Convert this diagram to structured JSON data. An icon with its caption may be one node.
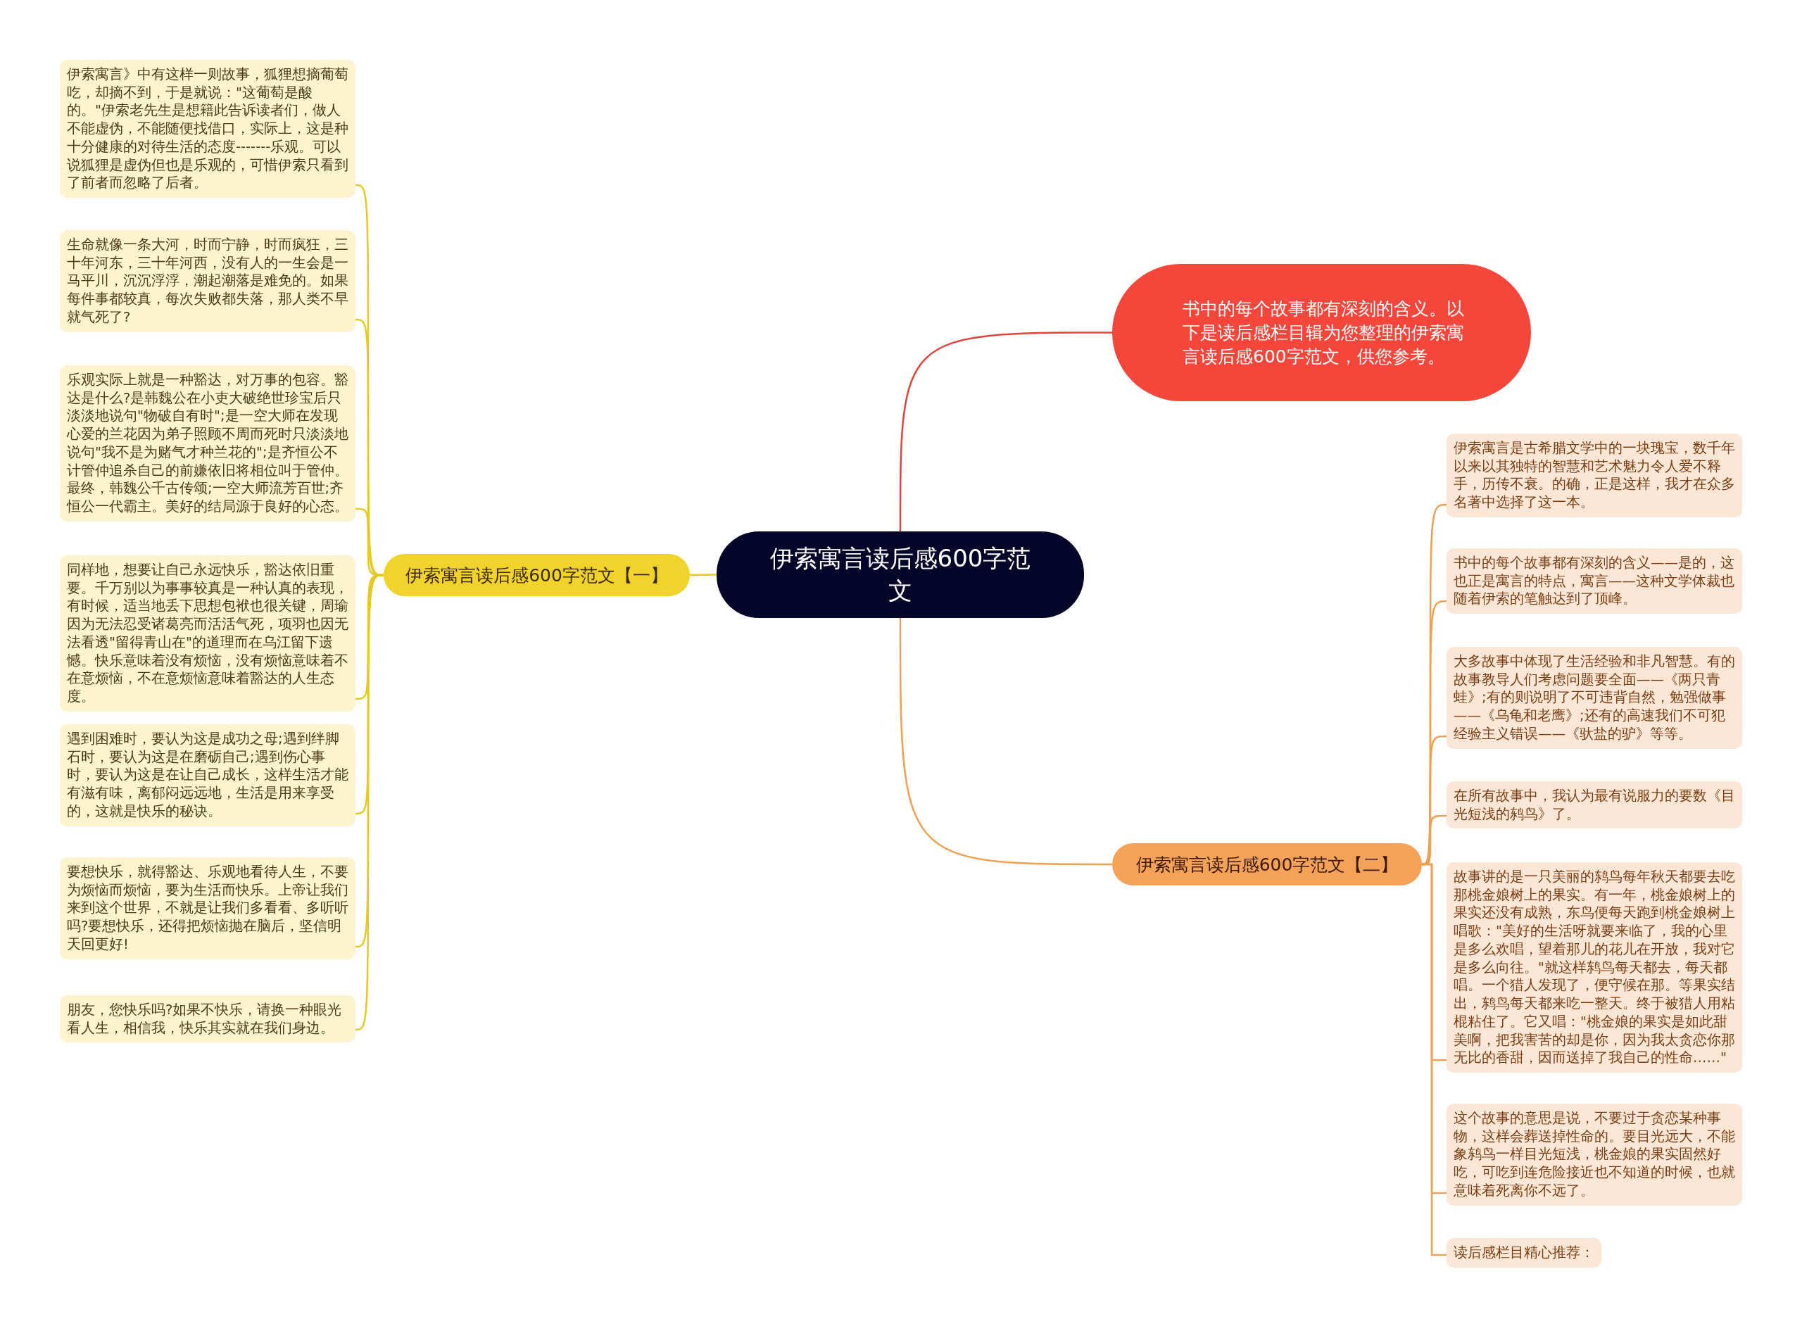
{
  "diagram": {
    "nodes": [
      {
        "text": [
          "伊索寓言读后感600字范文"
        ]
      },
      {
        "text": [
          "书中的每个故事都有深刻的含义。以下是读后感栏目辑为您整理的伊索寓言读后感600字范文，供您参考。"
        ]
      },
      {
        "text": [
          "伊索寓言读后感600字范文【一】"
        ]
      },
      {
        "text": [
          "伊索寓言》中有这样一则故事，狐狸想摘葡萄吃，却摘不到，于是就说：\"这葡萄是酸的。\"伊索老先生是想籍此告诉读者们，做人不能虚伪，不能随便找借口，实际上，这是种十分健康的对待生活的态度-------乐观。可以说狐狸是虚伪但也是乐观的，可惜伊索只看到了前者而忽略了后者。"
        ]
      },
      {
        "text": [
          "生命就像一条大河，时而宁静，时而疯狂，三十年河东，三十年河西，没有人的一生会是一马平川，沉沉浮浮，潮起潮落是难免的。如果每件事都较真，每次失败都失落，那人类不早就气死了?"
        ]
      },
      {
        "text": [
          "乐观实际上就是一种豁达，对万事的包容。豁达是什么?是韩魏公在小吏大破绝世珍宝后只淡淡地说句\"物破自有时\";是一空大师在发现心爱的兰花因为弟子照顾不周而死时只淡淡地说句\"我不是为赌气才种兰花的\";是齐恒公不计管仲追杀自己的前嫌依旧将相位叫于管仲。最终，韩魏公千古传颂;一空大师流芳百世;齐恒公一代霸主。美好的结局源于良好的心态。"
        ]
      },
      {
        "text": [
          "同样地，想要让自己永远快乐，豁达依旧重要。千万别以为事事较真是一种认真的表现，有时候，适当地丢下思想包袱也很关键，周瑜因为无法忍受诸葛亮而活活气死，项羽也因无法看透\"留得青山在\"的道理而在乌江留下遗憾。快乐意味着没有烦恼，没有烦恼意味着不在意烦恼，不在意烦恼意味着豁达的人生态度。"
        ]
      },
      {
        "text": [
          "遇到困难时，要认为这是成功之母;遇到绊脚石时，要认为这是在磨砺自己;遇到伤心事时，要认为这是在让自己成长，这样生活才能有滋有味，离郁闷远远地，生活是用来享受的，这就是快乐的秘诀。"
        ]
      },
      {
        "text": [
          "要想快乐，就得豁达、乐观地看待人生，不要为烦恼而烦恼，要为生活而快乐。上帝让我们来到这个世界，不就是让我们多看看、多听听吗?要想快乐，还得把烦恼抛在脑后，坚信明天回更好!"
        ]
      },
      {
        "text": [
          "朋友，您快乐吗?如果不快乐，请换一种眼光看人生，相信我，快乐其实就在我们身边。"
        ]
      },
      {
        "text": [
          "伊索寓言读后感600字范文【二】"
        ]
      },
      {
        "text": [
          "伊索寓言是古希腊文学中的一块瑰宝，数千年以来以其独特的智慧和艺术魅力令人爱不释手，历传不衰。的确，正是这样，我才在众多名著中选择了这一本。"
        ]
      },
      {
        "text": [
          "书中的每个故事都有深刻的含义——是的，这也正是寓言的特点，寓言——这种文学体裁也随着伊索的笔触达到了顶峰。"
        ]
      },
      {
        "text": [
          "大多故事中体现了生活经验和非凡智慧。有的故事教导人们考虑问题要全面——《两只青蛙》;有的则说明了不可违背自然，勉强做事——《乌龟和老鹰》;还有的高速我们不可犯经验主义错误——《驮盐的驴》等等。"
        ]
      },
      {
        "text": [
          "在所有故事中，我认为最有说服力的要数《目光短浅的鸫鸟》了。"
        ]
      },
      {
        "text": [
          "故事讲的是一只美丽的鸫鸟每年秋天都要去吃那桃金娘树上的果实。有一年，桃金娘树上的果实还没有成熟，东鸟便每天跑到桃金娘树上唱歌：\"美好的生活呀就要来临了，我的心里是多么欢唱，望着那儿的花儿在开放，我对它是多么向往。\"就这样鸫鸟每天都去，每天都唱。一个猎人发现了，便守候在那。等果实结出，鸫鸟每天都来吃一整天。终于被猎人用粘棍粘住了。它又唱：\"桃金娘的果实是如此甜美啊，把我害苦的却是你，因为我太贪恋你那无比的香甜，因而送掉了我自己的性命……\""
        ]
      },
      {
        "text": [
          "这个故事的意思是说，不要过于贪恋某种事物，这样会葬送掉性命的。要目光远大，不能象鸫鸟一样目光短浅，桃金娘的果实固然好吃，可吃到连危险接近也不知道的时候，也就意味着死离你不远了。"
        ]
      },
      {
        "text": [
          "读后感栏目精心推荐："
        ]
      }
    ],
    "edges": [
      {
        "from": 0,
        "to": 1,
        "arrow": "none",
        "color": "#e0443a"
      },
      {
        "from": 0,
        "to": 2,
        "arrow": "none",
        "color": "#e8c920"
      },
      {
        "from": 0,
        "to": 10,
        "arrow": "none"
      },
      {
        "from": 2,
        "to": 3,
        "arrow": "none",
        "color": "#e8c920"
      },
      {
        "from": 2,
        "to": 4,
        "arrow": "none",
        "color": "#e8c920"
      },
      {
        "from": 2,
        "to": 5,
        "arrow": "none",
        "color": "#e8c920"
      },
      {
        "from": 2,
        "to": 6,
        "arrow": "none",
        "color": "#e8c920"
      },
      {
        "from": 2,
        "to": 7,
        "arrow": "none",
        "color": "#e8c920"
      },
      {
        "from": 2,
        "to": 8,
        "arrow": "none",
        "color": "#e8c920"
      },
      {
        "from": 2,
        "to": 9,
        "arrow": "none",
        "color": "#e8c920"
      },
      {
        "from": 10,
        "to": 11,
        "arrow": "none"
      },
      {
        "from": 10,
        "to": 12,
        "arrow": "none"
      },
      {
        "from": 10,
        "to": 13,
        "arrow": "none"
      },
      {
        "from": 10,
        "to": 14,
        "arrow": "none"
      },
      {
        "from": 10,
        "to": 15,
        "arrow": "none"
      },
      {
        "from": 10,
        "to": 16,
        "arrow": "none"
      },
      {
        "from": 10,
        "to": 17,
        "arrow": "none"
      }
    ]
  }
}
